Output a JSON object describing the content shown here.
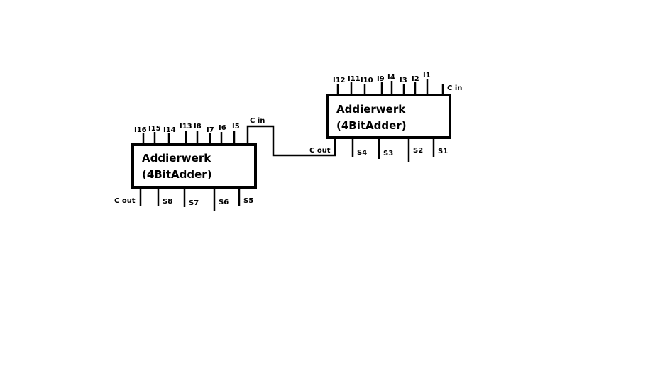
{
  "adder_left": {
    "title": "Addierwerk",
    "subtitle": "(4BitAdder)",
    "inputs": [
      "I16",
      "I15",
      "I14",
      "I13",
      "I8",
      "I7",
      "I6",
      "I5"
    ],
    "carry_in": "C in",
    "carry_out": "C out",
    "outputs": [
      "S8",
      "S7",
      "S6",
      "S5"
    ]
  },
  "adder_right": {
    "title": "Addierwerk",
    "subtitle": "(4BitAdder)",
    "inputs": [
      "I12",
      "I11",
      "I10",
      "I9",
      "I4",
      "I3",
      "I2",
      "I1"
    ],
    "carry_in": "C in",
    "carry_out": "C out",
    "outputs": [
      "S4",
      "S3",
      "S2",
      "S1"
    ]
  },
  "colors": {
    "line": "#000000",
    "background": "#ffffff"
  }
}
